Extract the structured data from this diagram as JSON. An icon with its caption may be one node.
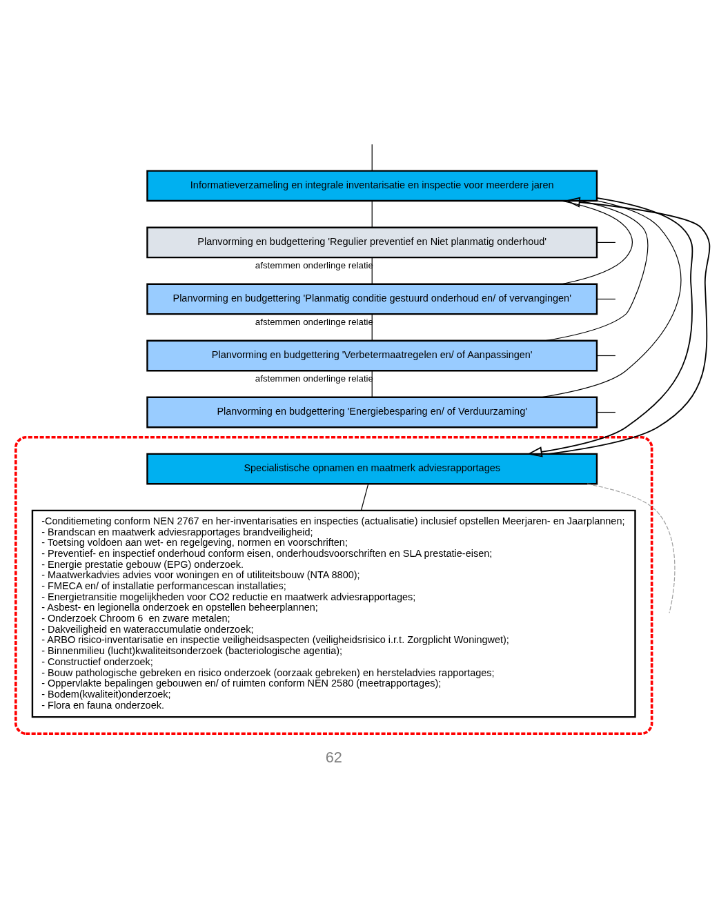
{
  "diagram": {
    "nodes": [
      {
        "text": [
          "Informatieverzameling en integrale inventarisatie en inspectie voor meerdere jaren"
        ]
      },
      {
        "text": [
          "Planvorming en budgettering 'Regulier preventief en Niet planmatig onderhoud'"
        ]
      },
      {
        "text": [
          "Planvorming en budgettering 'Planmatig conditie gestuurd onderhoud en/ of vervangingen'"
        ]
      },
      {
        "text": [
          "Planvorming en budgettering 'Verbetermaatregelen en/ of Aanpassingen'"
        ]
      },
      {
        "text": [
          "Planvorming en budgettering 'Energiebesparing en/ of Verduurzaming'"
        ]
      },
      {
        "text": [],
        "shape": "box"
      },
      {
        "text": [
          "Specialistische opnamen en maatmerk adviesrapportages"
        ],
        "in": 5
      },
      {
        "text": [
          "-Conditiemeting conform NEN 2767 en her-inventarisaties en inspecties (actualisatie) inclusief opstellen Meerjaren- en Jaarplannen;",
          "- Brandscan en maatwerk adviesrapportages brandveiligheid;",
          "- Toetsing voldoen aan wet- en regelgeving, normen en voorschriften;",
          "- Preventief- en inspectief onderhoud conform eisen, onderhoudsvoorschriften en SLA prestatie-eisen;",
          "- Energie prestatie gebouw (EPG) onderzoek.",
          "- Maatwerkadvies advies voor woningen en of utiliteitsbouw (NTA 8800);",
          "- FMECA en/ of installatie performancescan installaties;",
          "- Energietransitie mogelijkheden voor CO2 reductie en maatwerk adviesrapportages;",
          "- Asbest- en legionella onderzoek en opstellen beheerplannen;",
          "- Onderzoek Chroom 6  en zware metalen;",
          "- Dakveiligheid en wateraccumulatie onderzoek;",
          "- ARBO risico-inventarisatie en inspectie veiligheidsaspecten (veiligheidsrisico i.r.t. Zorgplicht Woningwet);",
          "- Binnenmilieu (lucht)kwaliteitsonderzoek (bacteriologische agentia);",
          "- Constructief onderzoek;",
          "- Bouw pathologische gebreken en risico onderzoek (oorzaak gebreken) en hersteladvies rapportages;",
          "- Oppervlakte bepalingen gebouwen en/ of ruimten conform NEN 2580 (meetrapportages);",
          "- Bodem(kwaliteit)onderzoek;",
          "- Flora en fauna onderzoek."
        ],
        "in": 5
      }
    ],
    "edges": [
      {
        "from": null,
        "to": 0,
        "arrow": "none"
      },
      {
        "from": 0,
        "to": 1,
        "arrow": "none"
      },
      {
        "from": 0,
        "to": 2,
        "arrow": "none"
      },
      {
        "from": 0,
        "to": 3,
        "arrow": "none"
      },
      {
        "from": 0,
        "to": 4,
        "arrow": "none"
      },
      {
        "from": 1,
        "to": 2,
        "arrow": "none",
        "label": "afstemmen onderlinge relatie"
      },
      {
        "from": 2,
        "to": 3,
        "arrow": "none",
        "label": "afstemmen onderlinge relatie"
      },
      {
        "from": 3,
        "to": 4,
        "arrow": "none",
        "label": "afstemmen onderlinge relatie"
      },
      {
        "from": 1,
        "to": null,
        "arrow": "none"
      },
      {
        "from": 2,
        "to": null,
        "arrow": "none"
      },
      {
        "from": 3,
        "to": null,
        "arrow": "none"
      },
      {
        "from": 4,
        "to": null,
        "arrow": "none"
      },
      {
        "from": 0,
        "to": 6,
        "arrow": "to"
      },
      {
        "from": 6,
        "to": 0,
        "arrow": "to"
      },
      {
        "from": 6,
        "to": null,
        "arrow": "none",
        "style": "dashed",
        "color": "#a0a0a0"
      },
      {
        "from": 6,
        "to": 7,
        "arrow": "none"
      }
    ],
    "labels": [
      "62"
    ]
  }
}
